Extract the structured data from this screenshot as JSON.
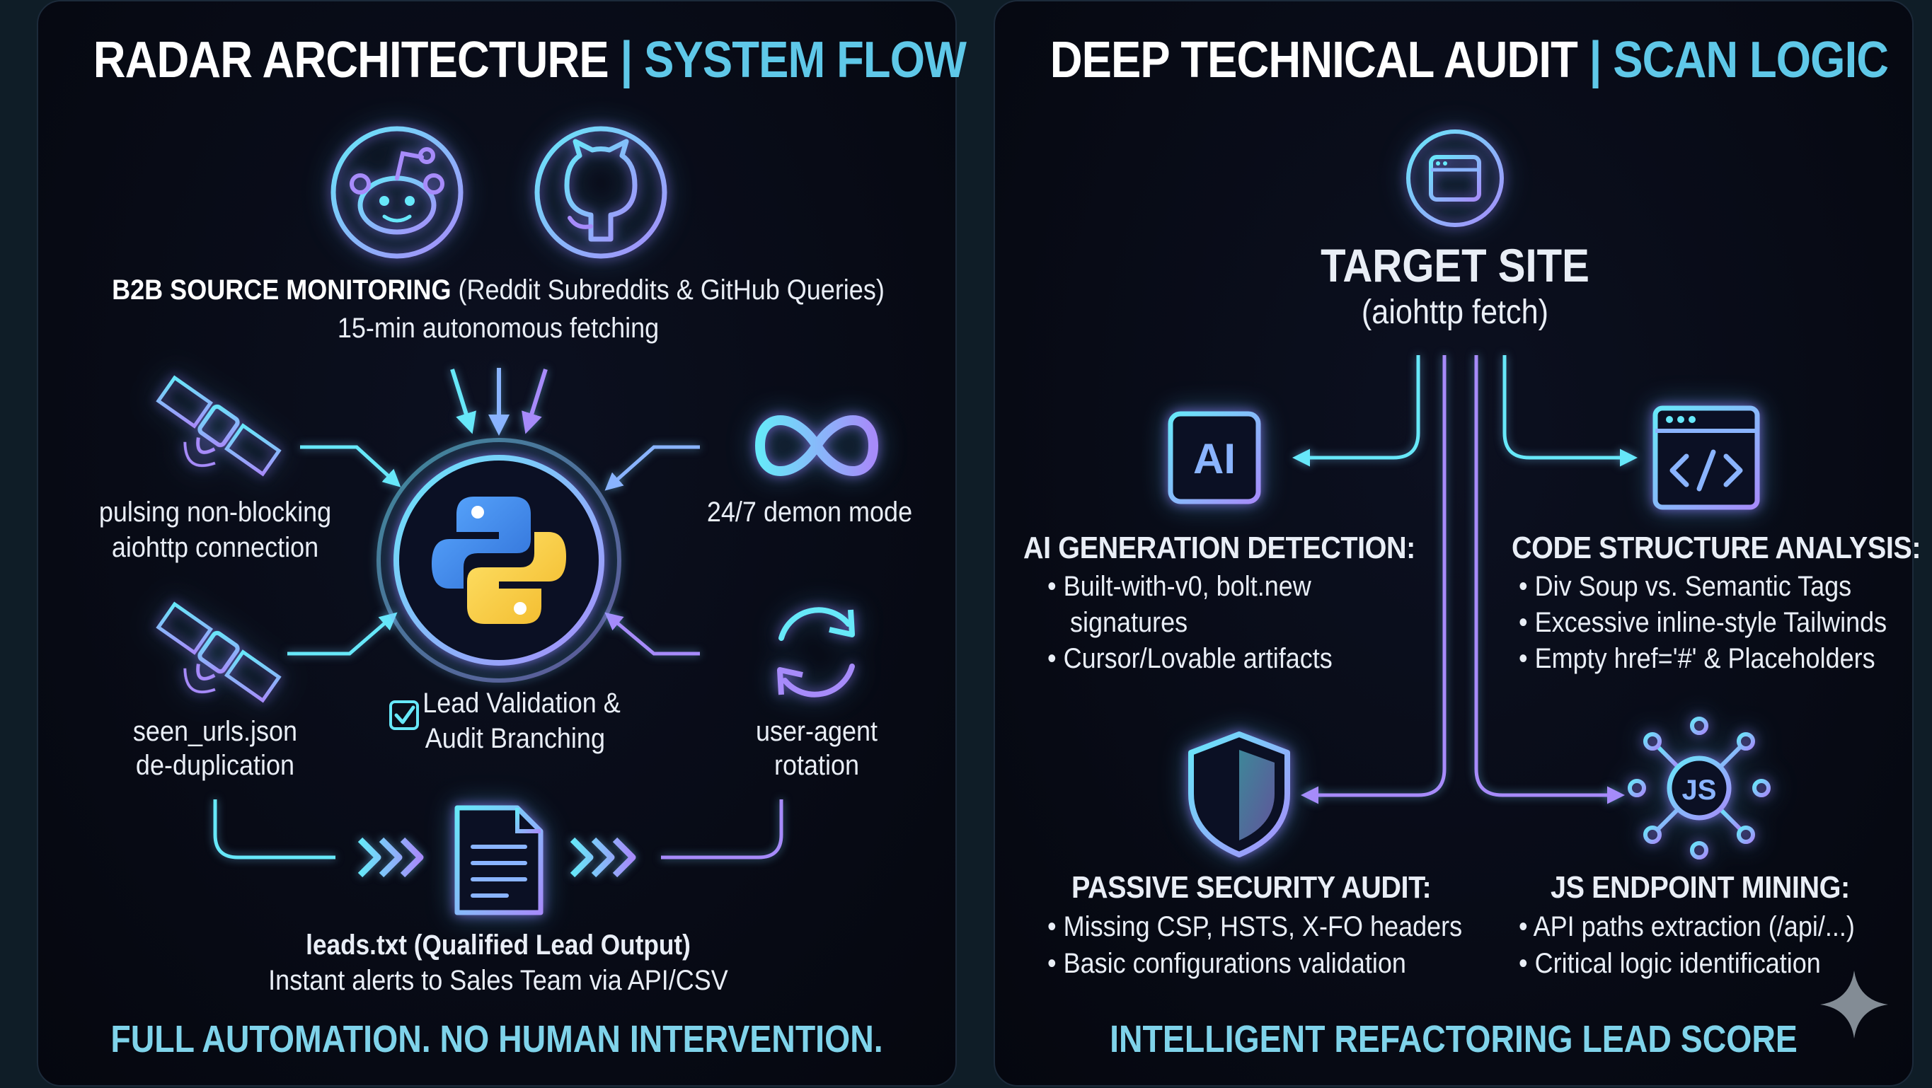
{
  "left": {
    "title_main": "RADAR ARCHITECTURE",
    "title_sep": "|",
    "title_accent": "SYSTEM FLOW",
    "source_heading": "B2B SOURCE MONITORING",
    "source_detail": "(Reddit Subreddits & GitHub Queries)",
    "source_sub": "15-min autonomous fetching",
    "pulse_line1": "pulsing non-blocking",
    "pulse_line2": "aiohttp connection",
    "demon": "24/7 demon mode",
    "seen_line1": "seen_urls.json",
    "seen_line2": "de-duplication",
    "validation_line1": "Lead Validation &",
    "validation_line2": "Audit Branching",
    "ua_line1": "user-agent",
    "ua_line2": "rotation",
    "output_heading": "leads.txt (Qualified Lead Output)",
    "output_sub": "Instant alerts to Sales Team via API/CSV",
    "footer": "FULL AUTOMATION. NO HUMAN INTERVENTION."
  },
  "right": {
    "title_main": "DEEP TECHNICAL AUDIT",
    "title_sep": "|",
    "title_accent": "SCAN LOGIC",
    "target_heading": "TARGET SITE",
    "target_sub": "(aiohttp fetch)",
    "ai_chip_label": "AI",
    "ai_heading": "AI GENERATION DETECTION:",
    "ai_bullets": [
      "Built-with-v0, bolt.new",
      "signatures",
      "Cursor/Lovable artifacts"
    ],
    "code_heading": "CODE STRUCTURE ANALYSIS:",
    "code_bullets": [
      "Div Soup vs. Semantic Tags",
      "Excessive inline-style Tailwinds",
      "Empty href='#' & Placeholders"
    ],
    "security_heading": "PASSIVE SECURITY AUDIT:",
    "security_bullets": [
      "Missing CSP, HSTS, X-FO headers",
      "Basic configurations validation"
    ],
    "js_label": "JS",
    "js_heading": "JS ENDPOINT MINING:",
    "js_bullets": [
      "API paths extraction (/api/...)",
      "Critical logic identification"
    ],
    "footer": "INTELLIGENT REFACTORING LEAD SCORE"
  },
  "icons": {
    "reddit": "reddit-icon",
    "github": "github-icon",
    "satellite": "satellite-icon",
    "infinity": "infinity-icon",
    "python": "python-icon",
    "checkbox": "checkbox-icon",
    "refresh": "refresh-icon",
    "document": "document-icon",
    "chevrons": "chevrons-icon",
    "browser": "browser-window-icon",
    "ai_chip": "ai-chip-icon",
    "code": "code-window-icon",
    "shield": "shield-icon",
    "js_network": "js-network-icon",
    "sparkle": "sparkle-icon"
  },
  "colors": {
    "accent_cyan": "#5fc8e8",
    "accent_purple": "#a78bfa",
    "footer_cyan": "#7fd3ea",
    "panel_bg": "#070a14",
    "page_bg": "#0f1d27"
  }
}
